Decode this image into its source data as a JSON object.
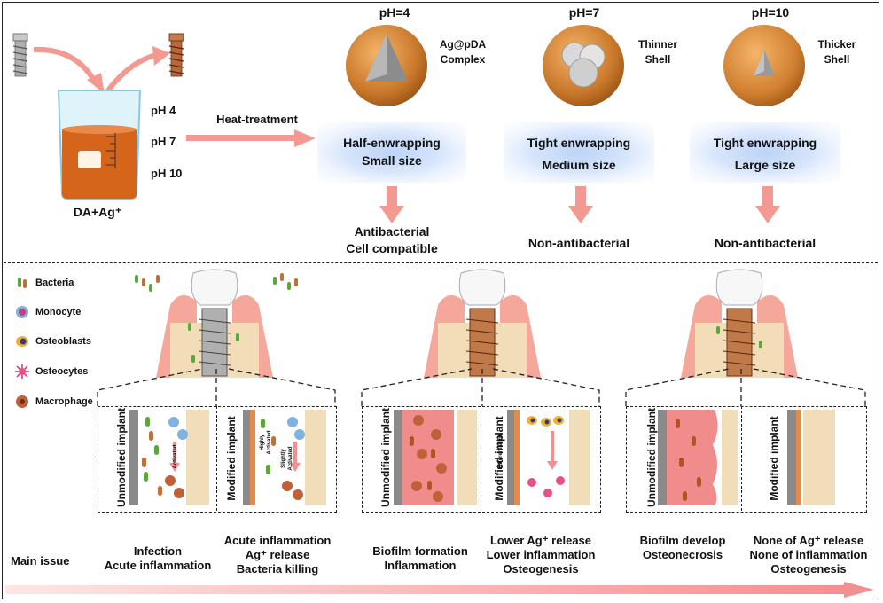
{
  "top": {
    "solution_label": "DA+Ag⁺",
    "ph_levels": [
      "pH 4",
      "pH 7",
      "pH 10"
    ],
    "process_label": "Heat-treatment",
    "columns": [
      {
        "ph": "pH=4",
        "particle_label_1": "Ag@pDA",
        "particle_label_2": "Complex",
        "box_line_1": "Half-enwrapping",
        "box_line_2": "Small size",
        "outcome_1": "Antibacterial",
        "outcome_2": "Cell compatible"
      },
      {
        "ph": "pH=7",
        "particle_label_1": "Thinner",
        "particle_label_2": "Shell",
        "box_line_1": "Tight enwrapping",
        "box_line_2": "Medium size",
        "outcome_1": "Non-antibacterial",
        "outcome_2": ""
      },
      {
        "ph": "pH=10",
        "particle_label_1": "Thicker",
        "particle_label_2": "Shell",
        "box_line_1": "Tight enwrapping",
        "box_line_2": "Large size",
        "outcome_1": "Non-antibacterial",
        "outcome_2": ""
      }
    ]
  },
  "legend": [
    {
      "label": "Bacteria",
      "icon": "bacteria-icon",
      "color": "#5aa83c"
    },
    {
      "label": "Monocyte",
      "icon": "monocyte-icon",
      "color": "#6a6fc4"
    },
    {
      "label": "Osteoblasts",
      "icon": "osteoblast-icon",
      "color": "#e8a020"
    },
    {
      "label": "Osteocytes",
      "icon": "osteocyte-icon",
      "color": "#d8306a"
    },
    {
      "label": "Macrophage",
      "icon": "macrophage-icon",
      "color": "#c0603a"
    }
  ],
  "panels": [
    {
      "title": "Unmodified implant",
      "issue_1": "Infection",
      "issue_2": "Acute inflammation",
      "issue_3": "",
      "annotation": "Activated"
    },
    {
      "title": "Modified implant",
      "issue_1": "Acute inflammation",
      "issue_2": "Ag⁺ release",
      "issue_3": "Bacteria killing",
      "annotation_1": "Highly",
      "annotation_2": "Activated",
      "annotation_3": "Slightly",
      "annotation_4": "Activated"
    },
    {
      "title": "Unmodified implant",
      "issue_1": "Biofilm formation",
      "issue_2": "Inflammation",
      "issue_3": ""
    },
    {
      "title": "Modified implant",
      "issue_1": "Lower Ag⁺ release",
      "issue_2": "Lower inflammation",
      "issue_3": "Osteogenesis",
      "annotation": "Differentiation"
    },
    {
      "title": "Unmodified implant",
      "issue_1": "Biofilm develop",
      "issue_2": "Osteonecrosis",
      "issue_3": ""
    },
    {
      "title": "Modified implant",
      "issue_1": "None of Ag⁺ release",
      "issue_2": "None of inflammation",
      "issue_3": "Osteogenesis"
    }
  ],
  "main_issue_label": "Main issue",
  "colors": {
    "gum": "#f4a79a",
    "bone": "#f3dcb8",
    "polydopamine": "#d98a2e",
    "biofilm": "#f08c8c",
    "arrow": "#f28f8f"
  }
}
